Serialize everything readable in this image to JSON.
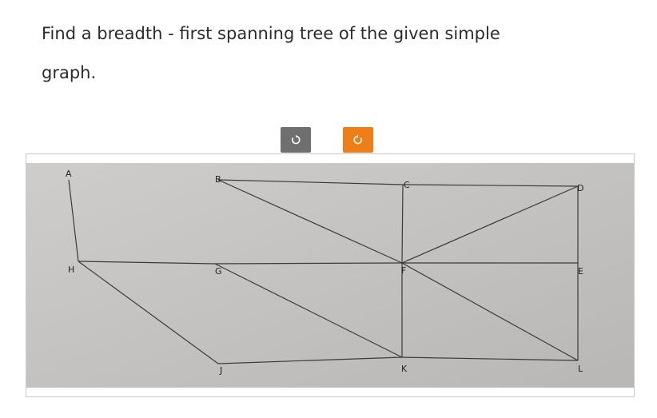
{
  "question": {
    "text": "Find a breadth - first spanning tree of the given simple graph."
  },
  "toolbar": {
    "rotate_left_icon": "rotate-counterclockwise",
    "rotate_right_icon": "rotate-clockwise",
    "rotate_right_color": "#ef7d18",
    "rotate_left_color": "#6f6f6f"
  },
  "graph": {
    "vertices": [
      "A",
      "B",
      "C",
      "D",
      "E",
      "F",
      "G",
      "H",
      "J",
      "K",
      "L"
    ],
    "edges": [
      [
        "A",
        "H"
      ],
      [
        "B",
        "C"
      ],
      [
        "B",
        "F"
      ],
      [
        "C",
        "D"
      ],
      [
        "C",
        "F"
      ],
      [
        "D",
        "F"
      ],
      [
        "D",
        "E"
      ],
      [
        "H",
        "G"
      ],
      [
        "G",
        "F"
      ],
      [
        "F",
        "E"
      ],
      [
        "H",
        "J"
      ],
      [
        "G",
        "K"
      ],
      [
        "F",
        "K"
      ],
      [
        "F",
        "L"
      ],
      [
        "E",
        "L"
      ],
      [
        "J",
        "K"
      ],
      [
        "K",
        "L"
      ]
    ]
  }
}
